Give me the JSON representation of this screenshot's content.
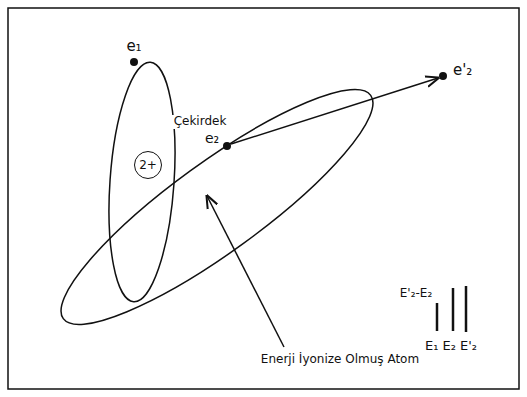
{
  "diagram": {
    "nodes": [
      {
        "text": [
          "2+"
        ]
      }
    ],
    "labels": [
      "e₁",
      "Çekirdek",
      "e₂",
      "e'₂",
      "E'₂-E₂",
      "E₁ E₂ E'₂",
      "Enerji İyonize Olmuş Atom"
    ]
  }
}
